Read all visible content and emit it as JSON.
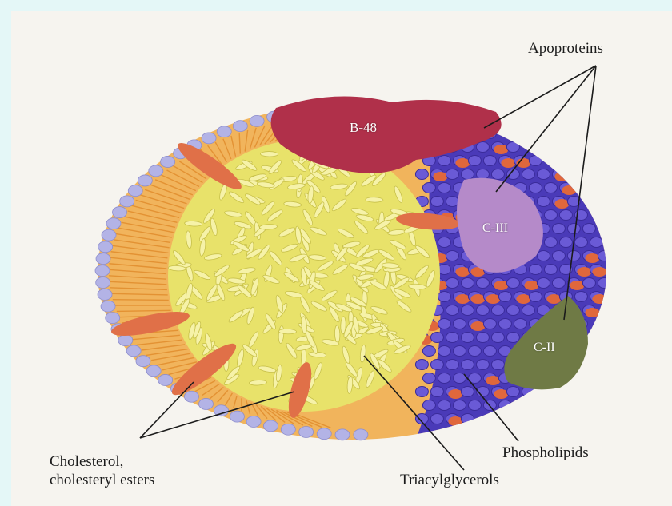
{
  "labels": {
    "apoproteins": "Apoproteins",
    "phospholipids": "Phospholipids",
    "triacylglycerols": "Triacylglycerols",
    "cholesterol_line1": "Cholesterol,",
    "cholesterol_line2": "cholesteryl esters",
    "b48": "B-48",
    "c3": "C-III",
    "c2": "C-II"
  },
  "colors": {
    "page_background": "#e4f7f7",
    "paper": "#f6f4ef",
    "phospholipid_heads": "#b3b3e6",
    "phospholipid_tails": "#f0a53a",
    "core": "#e9e36a",
    "surface_purple": "#4a3ab8",
    "b48": "#b0304a",
    "c3": "#b58ac9",
    "c2": "#6f7a45",
    "cholesterol": "#e07048"
  }
}
